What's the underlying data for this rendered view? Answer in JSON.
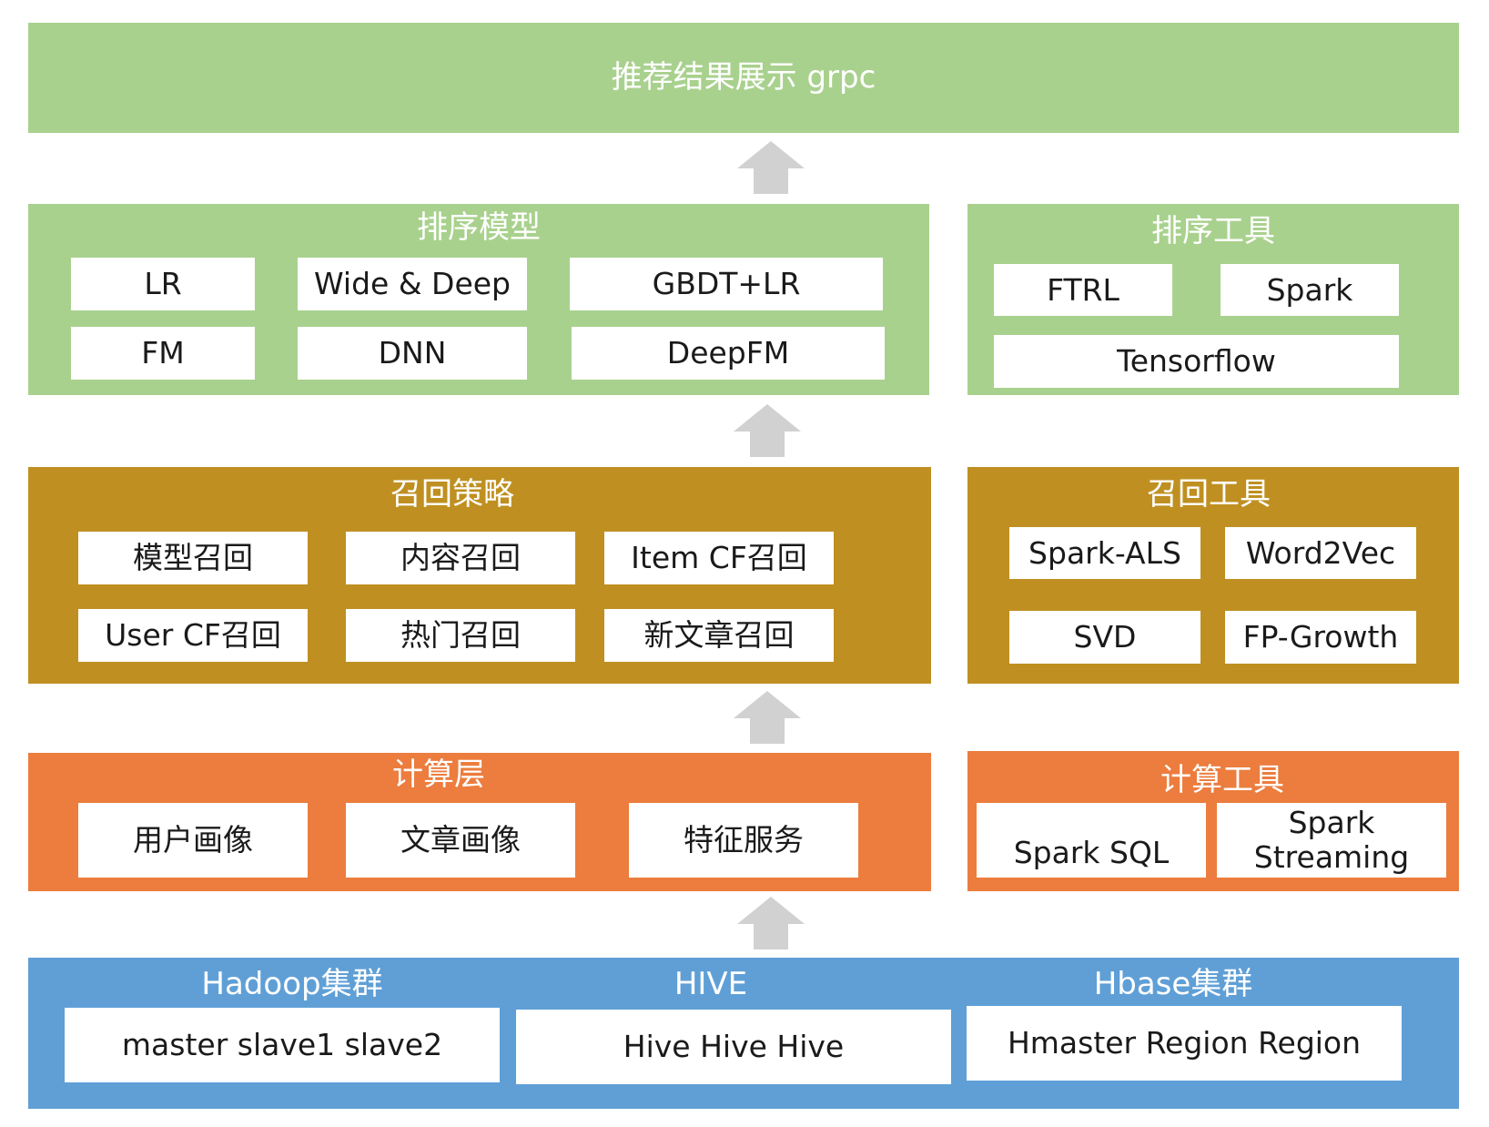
{
  "colors": {
    "green": "#a9d18e",
    "gold": "#bf9021",
    "orange": "#ec7d3e",
    "blue": "#5f9fd6",
    "arrow": "#d1d1d1"
  },
  "top": {
    "title": "推荐结果展示 grpc"
  },
  "ranking_model": {
    "title": "排序模型",
    "items": [
      "LR",
      "Wide & Deep",
      "GBDT+LR",
      "FM",
      "DNN",
      "DeepFM"
    ]
  },
  "ranking_tools": {
    "title": "排序工具",
    "items": [
      "FTRL",
      "Spark",
      "Tensorflow"
    ]
  },
  "recall_strategy": {
    "title": "召回策略",
    "items": [
      "模型召回",
      "内容召回",
      "Item CF召回",
      "User CF召回",
      "热门召回",
      "新文章召回"
    ]
  },
  "recall_tools": {
    "title": "召回工具",
    "items": [
      "Spark-ALS",
      "Word2Vec",
      "SVD",
      "FP-Growth"
    ]
  },
  "compute_layer": {
    "title": "计算层",
    "items": [
      "用户画像",
      "文章画像",
      "特征服务"
    ]
  },
  "compute_tools": {
    "title": "计算工具",
    "items": [
      "Spark SQL",
      "Spark Streaming"
    ]
  },
  "storage": {
    "groups": [
      {
        "title": "Hadoop集群",
        "content": "master slave1 slave2"
      },
      {
        "title": "HIVE",
        "content": "Hive Hive Hive"
      },
      {
        "title": "Hbase集群",
        "content": "Hmaster Region Region"
      }
    ]
  }
}
